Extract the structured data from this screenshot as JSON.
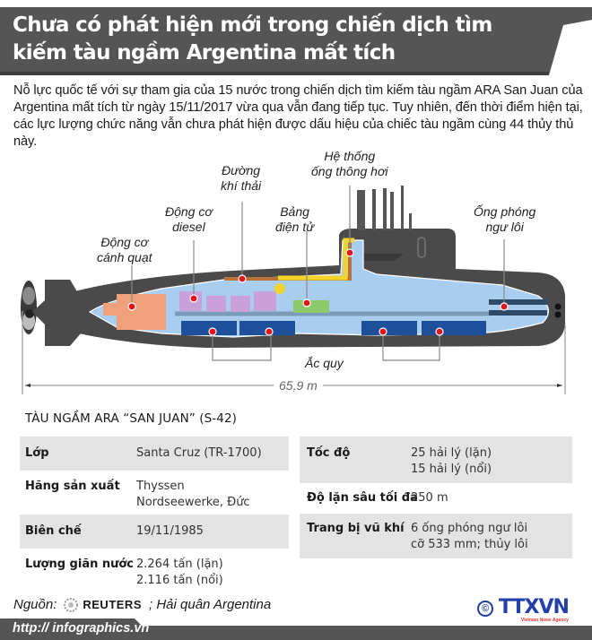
{
  "header": {
    "title": "Chưa có phát hiện mới trong chiến dịch tìm kiếm tàu ngầm Argentina mất tích"
  },
  "intro": "Nỗ lực quốc tế với sự tham gia của 15 nước trong chiến dịch tìm kiếm tàu ngầm ARA San Juan của Argentina mất tích từ ngày 15/11/2017 vừa qua vẫn đang tiếp tục. Tuy nhiên, đến thời điểm hiện tại, các lực lượng chức năng vẫn chưa phát hiện được dấu hiệu của chiếc tàu ngầm cùng 44 thủy thủ này.",
  "diagram": {
    "labels": {
      "propeller_motor": [
        "Động cơ",
        "cánh quạt"
      ],
      "diesel_engine": [
        "Động cơ",
        "diesel"
      ],
      "exhaust_line": [
        "Đường",
        "khí thải"
      ],
      "switchboard": [
        "Bảng",
        "điện tử"
      ],
      "snorkel_system": [
        "Hệ thống",
        "ống thông hơi"
      ],
      "torpedo_tubes": [
        "Ống phóng",
        "ngư lôi"
      ],
      "batteries": "Ắc quy"
    },
    "length": "65,9 m",
    "colors": {
      "hull": "#4a4a4a",
      "interior": "#a9cdee",
      "propeller_motor": "#f0a07a",
      "diesel": "#c9a0d8",
      "exhaust": "#b8733a",
      "snorkel": "#f2d42a",
      "switchboard": "#8dc86a",
      "battery": "#1e4f9a",
      "marker": "#e8141c"
    }
  },
  "specs": {
    "title": "TÀU NGẦM ARA “SAN JUAN” (S-42)",
    "left": [
      {
        "key": "Lớp",
        "value": [
          "Santa Cruz (TR-1700)"
        ]
      },
      {
        "key": "Hãng sản xuất",
        "value": [
          "Thyssen",
          "Nordseewerke, Đức"
        ]
      },
      {
        "key": "Biên chế",
        "value": [
          "19/11/1985"
        ]
      },
      {
        "key": "Lượng giãn nước",
        "value": [
          "2.264 tấn (lặn)",
          "2.116 tấn (nổi)"
        ]
      }
    ],
    "right": [
      {
        "key": "Tốc độ",
        "value": [
          "25 hải lý (lặn)",
          "15 hải lý (nổi)"
        ]
      },
      {
        "key": "Độ lặn sâu tối đa",
        "value": [
          "250 m"
        ]
      },
      {
        "key": "Trang bị vũ khí",
        "value": [
          "6 ống phóng ngư lôi",
          "cỡ 533 mm; thủy lôi"
        ]
      }
    ]
  },
  "footer": {
    "source_label": "Nguồn:",
    "source_agency": "REUTERS",
    "source_other": "; Hải quân Argentina",
    "url": "http:// infographics.vn",
    "logo_text": "TTXVN",
    "logo_sub": "Vietnam News Agency",
    "copyright": "©"
  }
}
